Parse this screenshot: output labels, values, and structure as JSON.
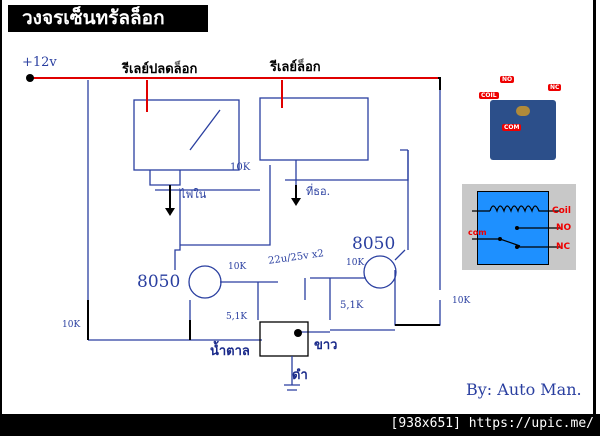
{
  "title": "วงจรเซ็นทรัลล็อก",
  "supply_label": "+12v",
  "relay_unlock_label": "รีเลย์ปลดล็อก",
  "relay_lock_label": "รีเลย์ล็อก",
  "output_left_label": "ไฟใน",
  "output_right_label": "ที่ธอ.",
  "resistor_top": "10K",
  "transistor_left": "8050",
  "transistor_right": "8050",
  "resistor_base_left": "10K",
  "resistor_base_right": "10K",
  "capacitor_label": "22u/25v x2",
  "resistor_51_left": "5,1K",
  "resistor_51_right": "5,1K",
  "resistor_left": "10K",
  "resistor_right": "10K",
  "wire_brown": "น้ำตาล",
  "wire_white": "ขาว",
  "wire_black": "ดำ",
  "signature": "By: Auto Man.",
  "footer": "[938x651] https://upic.me/",
  "relay_photo_tags": {
    "no": "NO",
    "nc": "NC",
    "coil": "COIL",
    "com": "COM"
  },
  "relay_diagram": {
    "coil": "Coil",
    "no": "NO",
    "nc": "NC",
    "com": "com"
  },
  "colors": {
    "wire_blue": "#2a3fa0",
    "wire_red": "#e00000",
    "relay_blue": "#1e90ff",
    "tag_red": "#e00000"
  }
}
